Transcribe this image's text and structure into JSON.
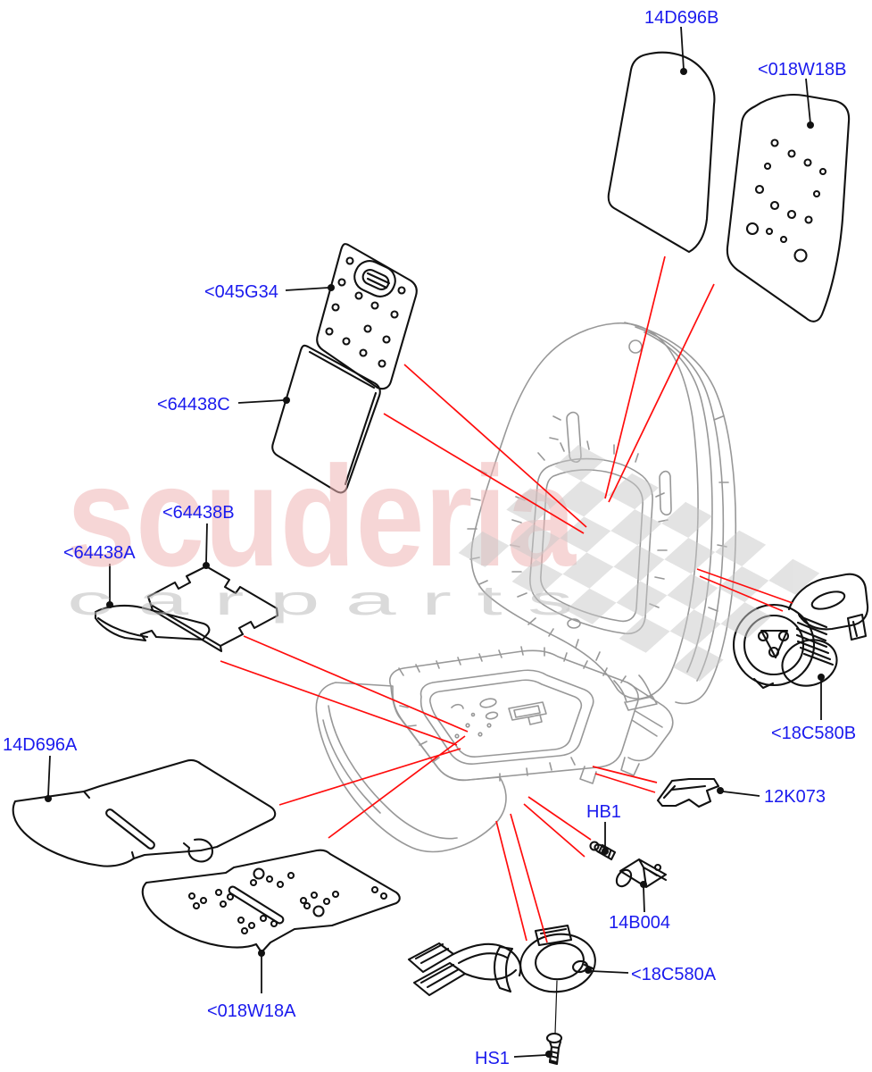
{
  "watermark": {
    "brand": "scuderia",
    "tagline": "c a r   p a r t s"
  },
  "colors": {
    "label_blue": "#1a1aee",
    "leader_black": "#111111",
    "leader_red": "#ff0d0d",
    "art_black": "#111111",
    "art_gray": "#989898",
    "watermark_pink": "#f0b6b6",
    "watermark_gray": "#bdbdbd",
    "checker_gray": "#c9c9c9"
  },
  "parts": [
    {
      "code": "14D696B"
    },
    {
      "code": "<018W18B"
    },
    {
      "code": "<045G34"
    },
    {
      "code": "<64438C"
    },
    {
      "code": "<64438B"
    },
    {
      "code": "<64438A"
    },
    {
      "code": "14D696A"
    },
    {
      "code": "<018W18A"
    },
    {
      "code": "<18C580B"
    },
    {
      "code": "12K073"
    },
    {
      "code": "HB1"
    },
    {
      "code": "14B004"
    },
    {
      "code": "<18C580A"
    },
    {
      "code": "HS1"
    }
  ]
}
